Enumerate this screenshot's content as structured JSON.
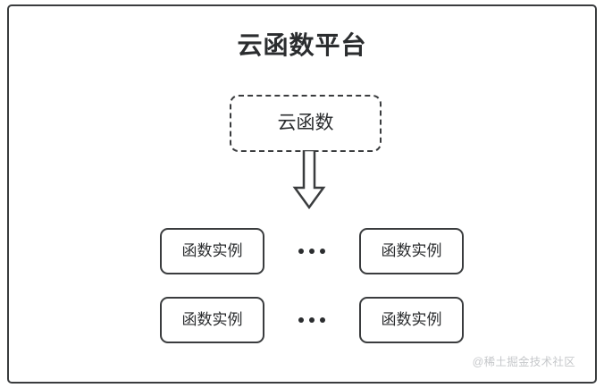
{
  "diagram": {
    "title": "云函数平台",
    "colors": {
      "stroke": "#3a3c3e",
      "text": "#2b2d2f",
      "background": "#ffffff",
      "watermark": "#c6c8cb"
    },
    "cloud_function_node": {
      "label": "云函数",
      "border_style": "dashed"
    },
    "arrow": {
      "name": "down-block-arrow",
      "direction": "down",
      "style": "hollow-outline"
    },
    "instance_rows": [
      {
        "left_box": "函数实例",
        "ellipsis": "•••",
        "right_box": "函数实例"
      },
      {
        "left_box": "函数实例",
        "ellipsis": "•••",
        "right_box": "函数实例"
      }
    ],
    "watermark": "@稀土掘金技术社区"
  }
}
